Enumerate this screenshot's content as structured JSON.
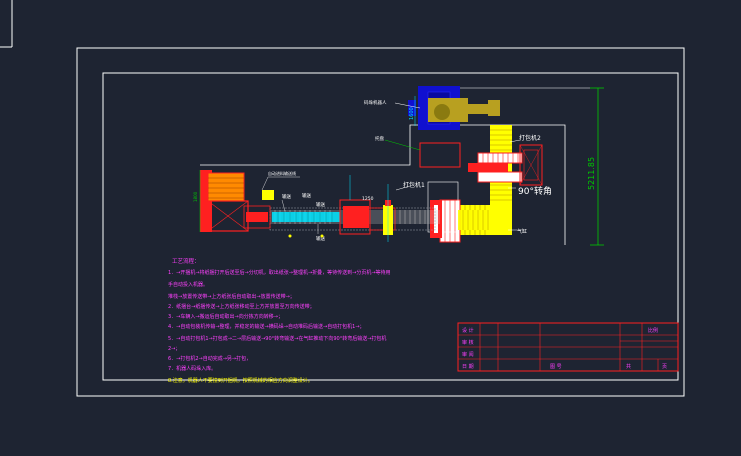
{
  "app": {
    "background": "#1e2432",
    "accent_colors": {
      "frame": "#ffffff",
      "red": "#ff2020",
      "cyan": "#00e5ff",
      "yellow": "#ffff00",
      "green": "#00c800",
      "magenta": "#ff40ff",
      "blue": "#1010d0",
      "olive": "#b8a020"
    }
  },
  "drawing": {
    "labels": {
      "robot_label": "码垛机器人",
      "dim_vertical_small": "1600",
      "pallet_label": "托盘",
      "packer2_label": "打包机2",
      "turn90_label": "90°转角",
      "dim_vertical_big": "5211.85",
      "conveyor_label": "自动进料输送线",
      "wrapper1_label": "打包机1",
      "left_dim": "1800",
      "sub_label_1": "输送",
      "sub_label_2": "输送",
      "sub_label_3": "输送",
      "sub_label_4": "输送",
      "sub_label_5": "1250",
      "gas_label": "气缸"
    },
    "notes": {
      "title": "工艺流程：",
      "lines": [
        "1．→开捆机→将纸捆打开后送至后→分切机，取出纸张→整理机→折叠，等待传送到→分页机→等待用",
        "手自动投入机器。",
        "  堆栈→放置传送带→上方纸张后自动取出→放置传送带→；",
        "2．纸捆台→纸捆传送→上方纸张移动至上方并放置至万向传送带；",
        "3．→车辆入→搬运后自动取出→向分拣方向转移→；",
        "4．→自动包装机传输→整理，并稳定的输送→横码垛→自动堆码后输送→自动打包机1→；",
        "5．→自动打包机1→打包成→二→层后输送→90°转弯输送→在气缸推动下向90°转弯后输送→打包机",
        "2→；",
        "6．→打包机2→自动完成→另→打包，",
        "7．机器人码垛入库。",
        "8.注意，机器人不要撞到开捆机，按照机械的相应方向调整设计。"
      ]
    },
    "title_block": {
      "row1_left": "设  计",
      "row2_left": "审  核",
      "row3_left": "审  阅",
      "row4_left": "日  期",
      "right_top": "比例",
      "bottom_mid": "图 号",
      "bottom_right1": "共",
      "bottom_right2": "页"
    }
  }
}
